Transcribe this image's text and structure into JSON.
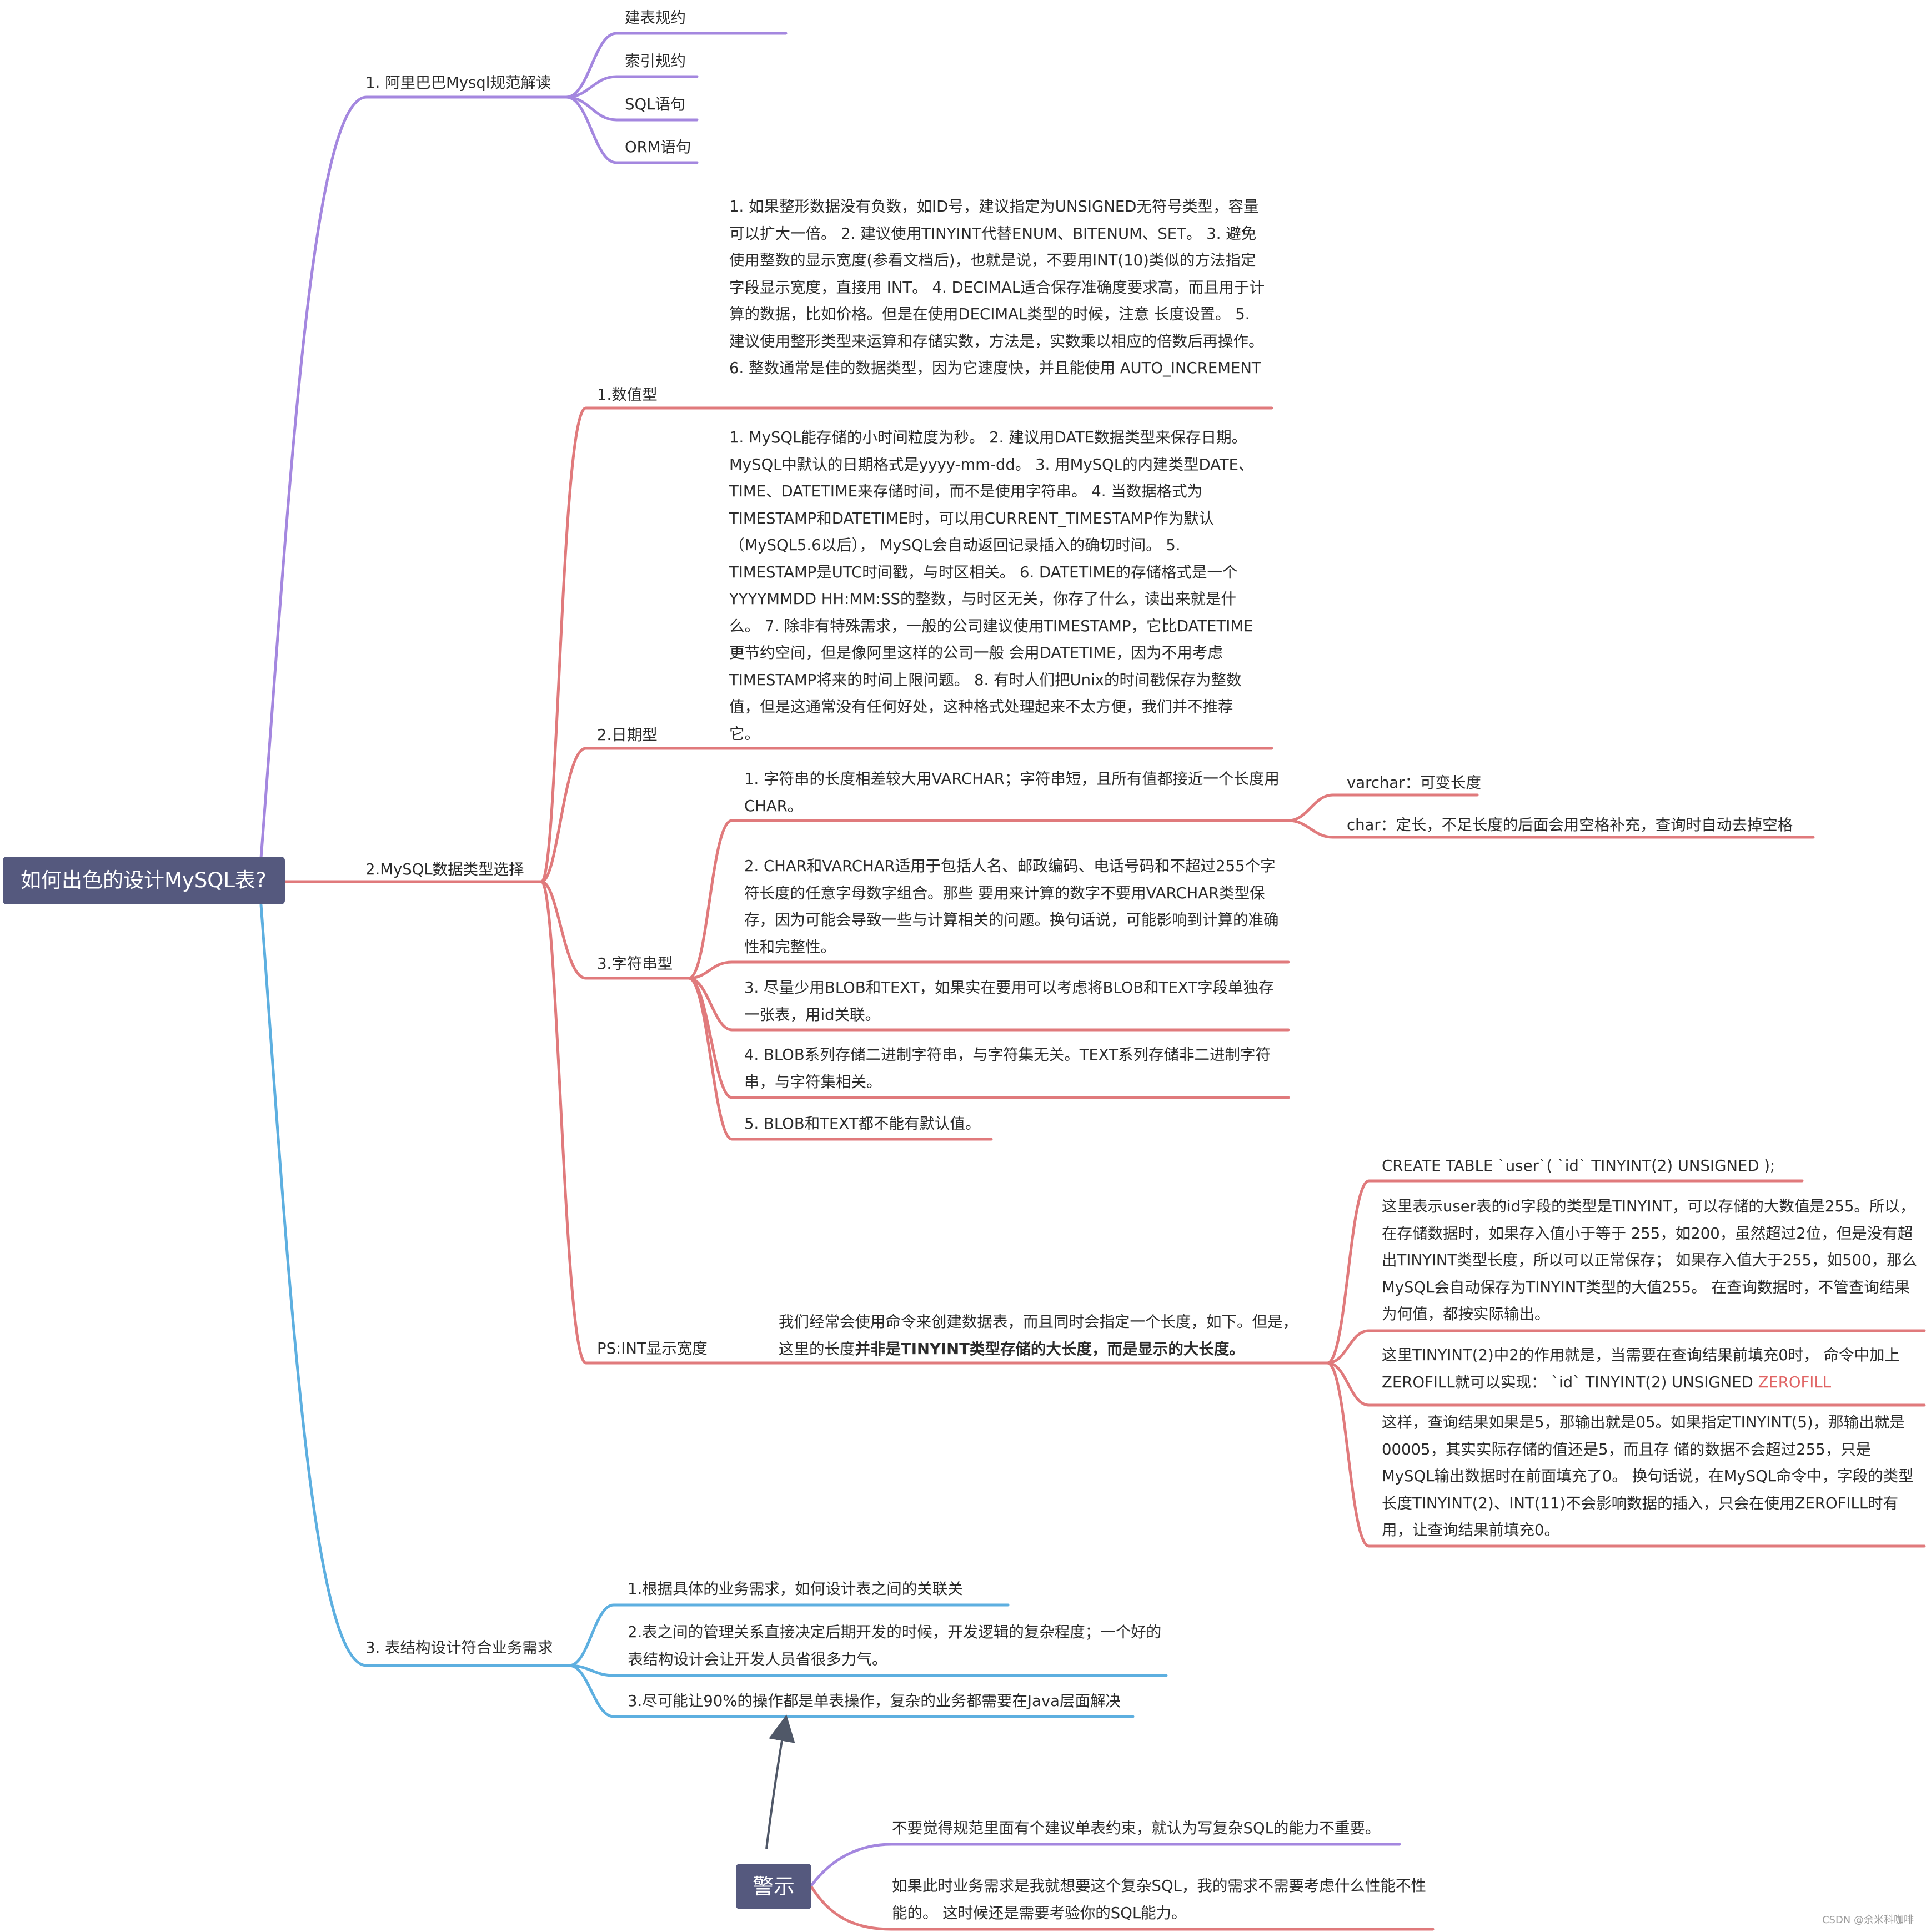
{
  "colors": {
    "purple": "#a487df",
    "red": "#e07a7c",
    "blue": "#5dafe0",
    "root_fill": "#55597e",
    "accent_red": "#e06464"
  },
  "root": "如何出色的设计MySQL表?",
  "branch1": {
    "title": "1. 阿里巴巴Mysql规范解读",
    "items": [
      "建表规约",
      "索引规约",
      "SQL语句",
      "ORM语句"
    ]
  },
  "branch2": {
    "title": "2.MySQL数据类型选择",
    "numeric": {
      "label": "1.数值型",
      "text": "1. 如果整形数据没有负数，如ID号，建议指定为UNSIGNED无符号类型，容量可以扩大一倍。 2. 建议使用TINYINT代替ENUM、BITENUM、SET。 3. 避免使用整数的显示宽度(参看文档后)，也就是说，不要用INT(10)类似的方法指定字段显示宽度，直接用 INT。 4. DECIMAL适合保存准确度要求高，而且用于计算的数据，比如价格。但是在使用DECIMAL类型的时候，注意 长度设置。 5. 建议使用整形类型来运算和存储实数，方法是，实数乘以相应的倍数后再操作。 6. 整数通常是佳的数据类型，因为它速度快，并且能使用 AUTO_INCREMENT"
    },
    "date": {
      "label": "2.日期型",
      "text": "1. MySQL能存储的小时间粒度为秒。 2. 建议用DATE数据类型来保存日期。MySQL中默认的日期格式是yyyy-mm-dd。 3. 用MySQL的内建类型DATE、TIME、DATETIME来存储时间，而不是使用字符串。 4. 当数据格式为TIMESTAMP和DATETIME时，可以用CURRENT_TIMESTAMP作为默认（MySQL5.6以后）， MySQL会自动返回记录插入的确切时间。 5. TIMESTAMP是UTC时间戳，与时区相关。 6. DATETIME的存储格式是一个YYYYMMDD HH:MM:SS的整数，与时区无关，你存了什么，读出来就是什么。 7. 除非有特殊需求，一般的公司建议使用TIMESTAMP，它比DATETIME更节约空间，但是像阿里这样的公司一般 会用DATETIME，因为不用考虑TIMESTAMP将来的时间上限问题。 8. 有时人们把Unix的时间戳保存为整数值，但是这通常没有任何好处，这种格式处理起来不太方便，我们并不推荐 它。"
    },
    "string": {
      "label": "3.字符串型",
      "item1": "1. 字符串的长度相差较大用VARCHAR；字符串短，且所有值都接近一个长度用CHAR。",
      "sub": [
        "varchar：可变长度",
        "char：定长，不足长度的后面会用空格补充，查询时自动去掉空格"
      ],
      "item2": "2. CHAR和VARCHAR适用于包括人名、邮政编码、电话号码和不超过255个字符长度的任意字母数字组合。那些 要用来计算的数字不要用VARCHAR类型保存，因为可能会导致一些与计算相关的问题。换句话说，可能影响到计算的准确性和完整性。",
      "item3": "3. 尽量少用BLOB和TEXT，如果实在要用可以考虑将BLOB和TEXT字段单独存一张表，用id关联。",
      "item4": "4. BLOB系列存储二进制字符串，与字符集无关。TEXT系列存储非二进制字符串，与字符集相关。",
      "item5": "5. BLOB和TEXT都不能有默认值。"
    },
    "ps": {
      "label": "PS:INT显示宽度",
      "desc_plain": "我们经常会使用命令来创建数据表，而且同时会指定一个长度，如下。但是，这里的长度",
      "desc_bold": "并非是TINYINT类型存储的大长度，而是显示的大长度。",
      "sql": "CREATE TABLE `user`( `id` TINYINT(2) UNSIGNED );",
      "p1": "这里表示user表的id字段的类型是TINYINT，可以存储的大数值是255。所以，在存储数据时，如果存入值小于等于 255，如200，虽然超过2位，但是没有超出TINYINT类型长度，所以可以正常保存； 如果存入值大于255，如500，那么 MySQL会自动保存为TINYINT类型的大值255。 在查询数据时，不管查询结果为何值，都按实际输出。",
      "p2": "这里TINYINT(2)中2的作用就是，当需要在查询结果前填充0时， 命令中加上ZEROFILL就可以实现：  `id` TINYINT(2) UNSIGNED ",
      "p2_red": "ZEROFILL",
      "p3": "这样，查询结果如果是5，那输出就是05。如果指定TINYINT(5)，那输出就是00005，其实实际存储的值还是5，而且存 储的数据不会超过255，只是MySQL输出数据时在前面填充了0。 换句话说，在MySQL命令中，字段的类型长度TINYINT(2)、INT(11)不会影响数据的插入，只会在使用ZEROFILL时有 用，让查询结果前填充0。"
    }
  },
  "branch3": {
    "title": "3. 表结构设计符合业务需求",
    "items": [
      "1.根据具体的业务需求，如何设计表之间的关联关",
      "2.表之间的管理关系直接决定后期开发的时候，开发逻辑的复杂程度；一个好的表结构设计会让开发人员省很多力气。",
      "3.尽可能让90%的操作都是单表操作，复杂的业务都需要在Java层面解决"
    ]
  },
  "warning": {
    "title": "警示",
    "items": [
      "不要觉得规范里面有个建议单表约束，就认为写复杂SQL的能力不重要。",
      "如果此时业务需求是我就想要这个复杂SQL，我的需求不需要考虑什么性能不性能的。 这时候还是需要考验你的SQL能力。"
    ]
  },
  "watermark": "CSDN @余米科咖啡"
}
